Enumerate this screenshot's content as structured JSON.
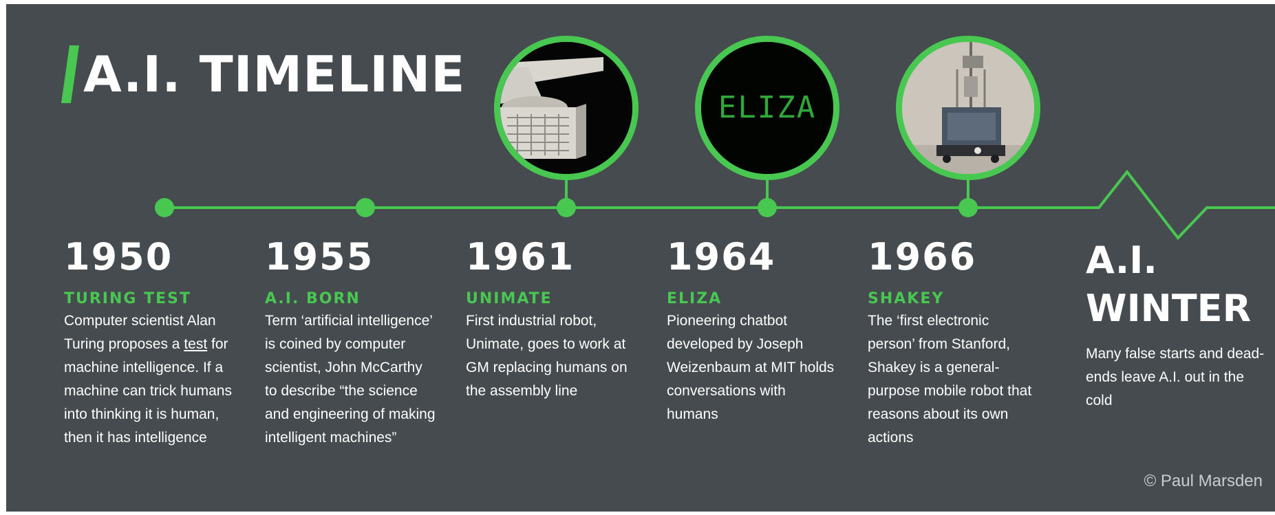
{
  "title": "A.I. TIMELINE",
  "colors": {
    "background": "#454b4e",
    "accent": "#48c851",
    "text": "#ffffff"
  },
  "milestones": [
    {
      "year": "1950",
      "name": "TURING TEST",
      "desc_before": "Computer scientist Alan Turing proposes a ",
      "desc_link": "test",
      "desc_after": " for machine intelligence. If a machine can trick humans into thinking it is human, then it has intelligence"
    },
    {
      "year": "1955",
      "name": "A.I. BORN",
      "desc": "Term ‘artificial intelligence’ is coined by computer scientist, John McCarthy to describe “the science and engineering of making intelligent machines”"
    },
    {
      "year": "1961",
      "name": "UNIMATE",
      "desc": "First industrial robot, Unimate, goes to work at GM replacing humans on the assembly line"
    },
    {
      "year": "1964",
      "name": "ELIZA",
      "desc": "Pioneering chatbot developed by Joseph Weizenbaum at MIT holds conversations with humans",
      "photo_text": "ELIZA"
    },
    {
      "year": "1966",
      "name": "SHAKEY",
      "desc": "The ‘first electronic person’ from Stanford, Shakey is a general-purpose mobile robot that reasons about its own actions"
    }
  ],
  "winter": {
    "title": "A.I. WINTER",
    "desc": "Many false starts and dead-ends leave A.I. out in the cold"
  },
  "credit": "© Paul Marsden"
}
